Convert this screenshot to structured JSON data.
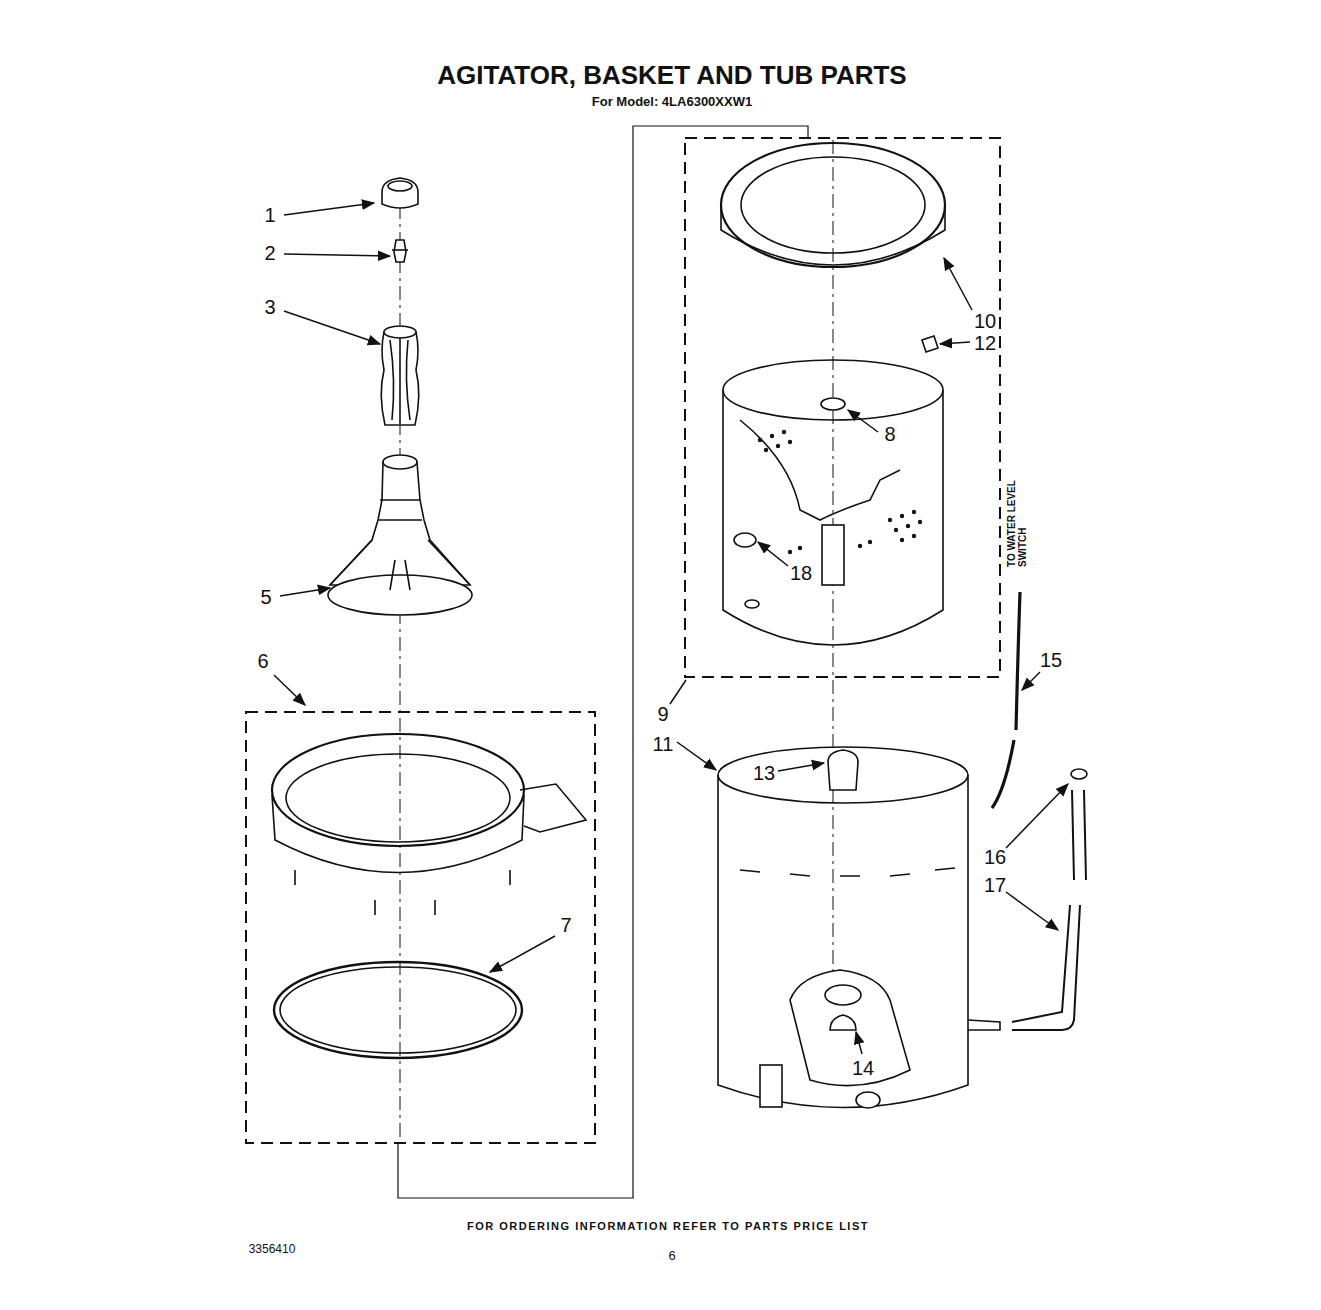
{
  "diagram": {
    "title": "AGITATOR, BASKET AND TUB PARTS",
    "labels": [
      "For Model: 4LA6300XXW1",
      "1",
      "2",
      "3",
      "5",
      "6",
      "10",
      "12",
      "8",
      "18",
      "TO WATER LEVEL SWITCH",
      "15",
      "9",
      "11",
      "7",
      "13",
      "16",
      "17",
      "14",
      "FOR ORDERING INFORMATION REFER TO PARTS PRICE LIST",
      "3356410",
      "6"
    ]
  }
}
